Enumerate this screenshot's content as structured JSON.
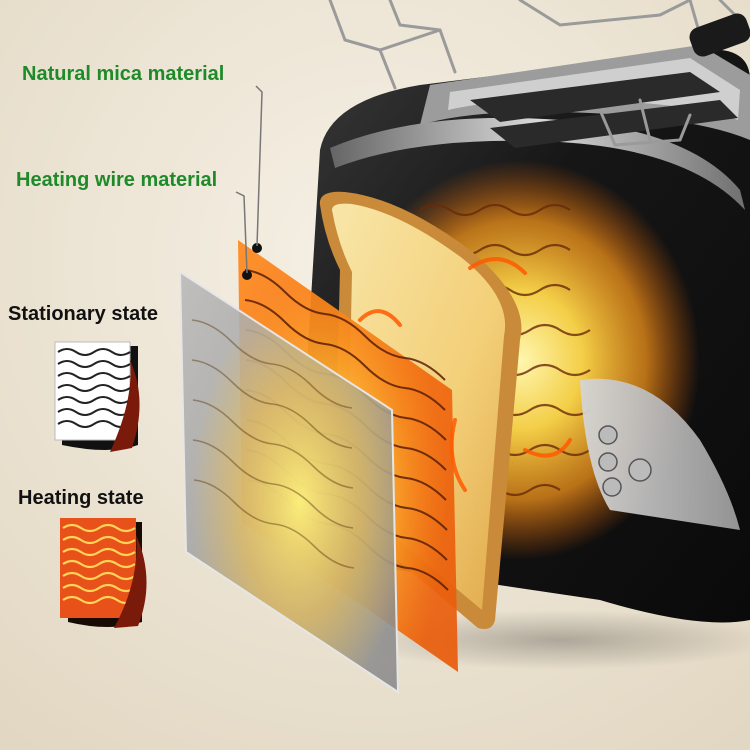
{
  "labels": {
    "natural_mica": "Natural mica material",
    "heating_wire": "Heating wire material",
    "stationary_state": "Stationary state",
    "heating_state": "Heating state"
  },
  "colors": {
    "label_green": "#1f8a2a",
    "label_black": "#111111",
    "background": "#ece4d4",
    "toaster_body": "#1c1c1c",
    "heat_orange": "#f07a1a",
    "glow_yellow": "#ffe46a"
  },
  "icons": [
    "stationary-wire-sample-icon",
    "heating-wire-sample-icon",
    "toaster-control-button-icons"
  ]
}
